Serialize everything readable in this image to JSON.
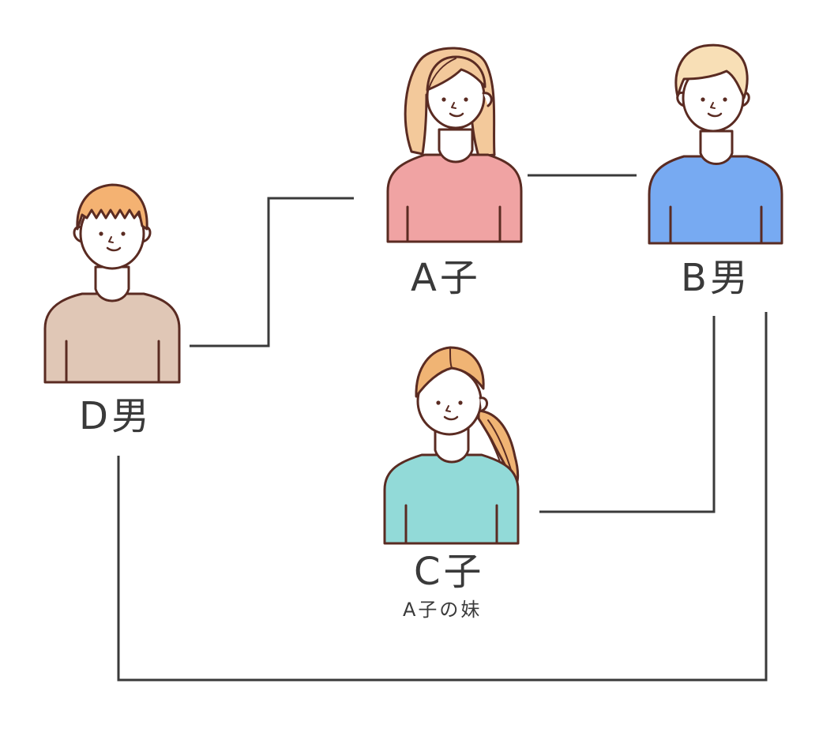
{
  "people": [
    {
      "id": "a",
      "name": "A子",
      "note": ""
    },
    {
      "id": "b",
      "name": "B男",
      "note": ""
    },
    {
      "id": "c",
      "name": "C子",
      "note": "A子の妹"
    },
    {
      "id": "d",
      "name": "D男",
      "note": ""
    }
  ],
  "connections": [
    {
      "from": "a",
      "to": "b"
    },
    {
      "from": "d",
      "to": "a"
    },
    {
      "from": "b",
      "to": "c"
    },
    {
      "from": "d",
      "to": "b"
    }
  ],
  "colors": {
    "line": "#3a3a3a",
    "outline": "#5a2b22",
    "skin": "#ffffff",
    "a_shirt": "#f0a3a3",
    "b_shirt": "#77aaf2",
    "c_shirt": "#92dad8",
    "d_shirt": "#e0c7b6",
    "a_hair": "#f3c99b",
    "b_hair": "#f8dfb6",
    "c_hair": "#f0b474",
    "d_hair": "#f4b272"
  }
}
